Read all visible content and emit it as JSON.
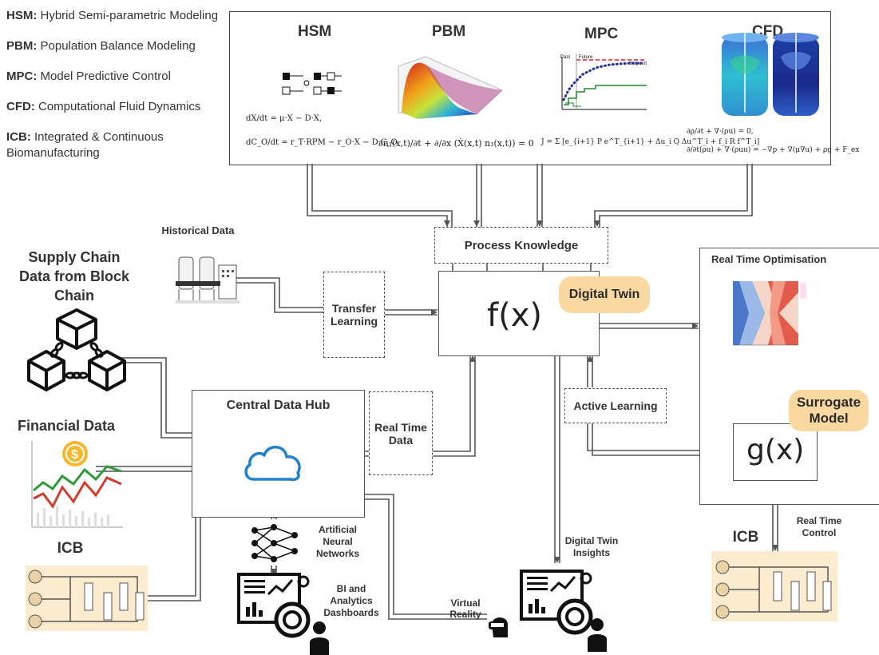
{
  "legend": [
    {
      "abbr": "HSM:",
      "text": "Hybrid Semi-parametric Modeling"
    },
    {
      "abbr": "PBM:",
      "text": "Population Balance Modeling"
    },
    {
      "abbr": "MPC:",
      "text": "Model Predictive Control"
    },
    {
      "abbr": "CFD:",
      "text": "Computational Fluid Dynamics"
    },
    {
      "abbr": "ICB:",
      "text": "Integrated & Continuous Biomanufacturing"
    }
  ],
  "models": {
    "hsm": {
      "title": "HSM",
      "eq1": "dX/dt = μ·X − D·X,",
      "eq2": "dC_O/dt = r_T·RPM − r_O·X − D·C_O."
    },
    "pbm": {
      "title": "PBM",
      "eq": "∂n₁(x,t)/∂t + ∂/∂x (Ẋ(x,t) n₁(x,t)) = 0"
    },
    "mpc": {
      "title": "MPC",
      "eq": "J = Σ [e_{i+1} P e^T_{i+1} + Δu_i Q Δu^T_i + f_i R f^T_i]",
      "past": "Past",
      "future": "Future",
      "setpoint": "Setpoint"
    },
    "cfd": {
      "title": "CFD",
      "eq1": "∂ρ/∂t + ∇·(ρu) = 0,",
      "eq2": "∂/∂t(ρu) + ∇·(ρuu) = −∇p + ∇(μ∇u) + ρg + F_ex"
    }
  },
  "nodes": {
    "process_knowledge": "Process Knowledge",
    "historical_data": "Historical Data",
    "transfer_learning": "Transfer Learning",
    "fx": "f(x)",
    "digital_twin": "Digital Twin",
    "real_time_optimisation": "Real Time Optimisation",
    "supply_chain": "Supply Chain Data from Block Chain",
    "central_data_hub": "Central Data Hub",
    "real_time_data": "Real Time Data",
    "active_learning": "Active Learning",
    "surrogate_model": "Surrogate Model",
    "gx": "g(x)",
    "financial_data": "Financial Data",
    "icb_left": "ICB",
    "icb_right": "ICB",
    "ann": "Artificial Neural Networks",
    "bi": "BI and Analytics Dashboards",
    "vr": "Virtual Reality",
    "dt_insights": "Digital Twin Insights",
    "real_time_control": "Real Time Control"
  },
  "colors": {
    "accent_pill": "#f9d9a1",
    "cloud": "#1f7fd1",
    "coin": "#f5b82e",
    "heat_red": "#e25b4b",
    "heat_blue": "#4a77c9"
  }
}
